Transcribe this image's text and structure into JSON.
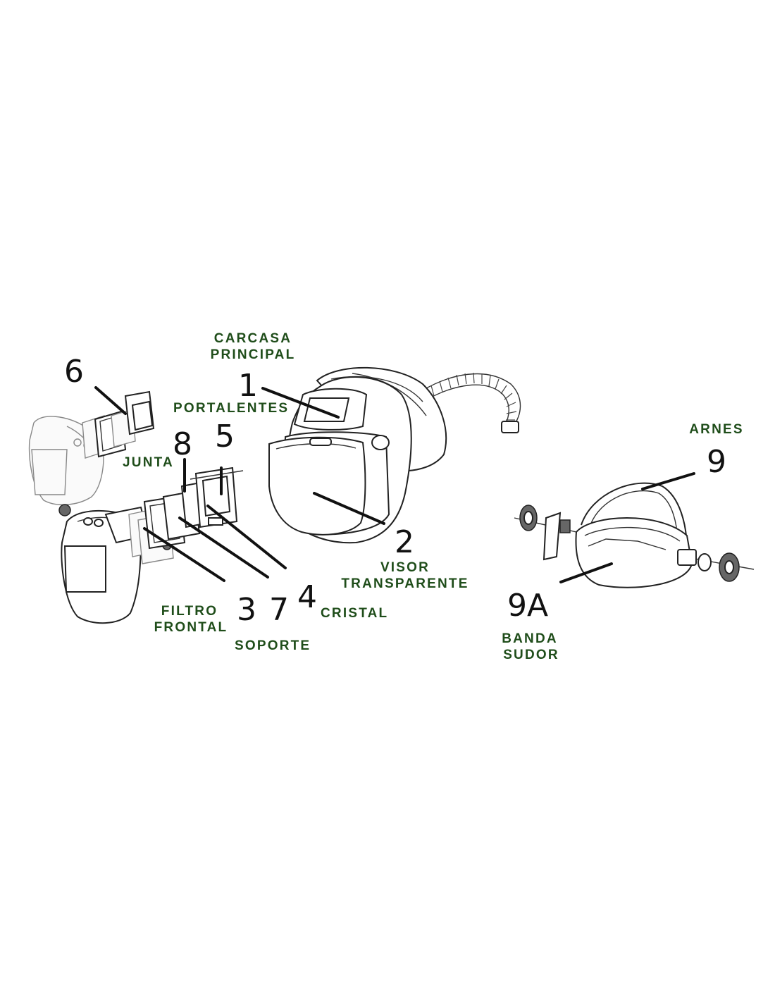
{
  "labels": {
    "carcasa_line1": "CARCASA",
    "carcasa_line2": "PRINCIPAL",
    "portalentes": "PORTALENTES",
    "junta": "JUNTA",
    "visor_line1": "VISOR",
    "visor_line2": "TRANSPARENTE",
    "cristal": "CRISTAL",
    "filtro_line1": "FILTRO",
    "filtro_line2": "FRONTAL",
    "soporte": "SOPORTE",
    "arnes": "ARNES",
    "banda_line1": "BANDA",
    "banda_line2": "SUDOR"
  },
  "numbers": {
    "n1": "1",
    "n2": "2",
    "n3": "3",
    "n4": "4",
    "n5": "5",
    "n6": "6",
    "n7": "7",
    "n8": "8",
    "n9": "9",
    "n9a": "9A"
  },
  "colors": {
    "label_text": "#1f4d1a",
    "number_text": "#111111",
    "line_art": "#222222"
  }
}
